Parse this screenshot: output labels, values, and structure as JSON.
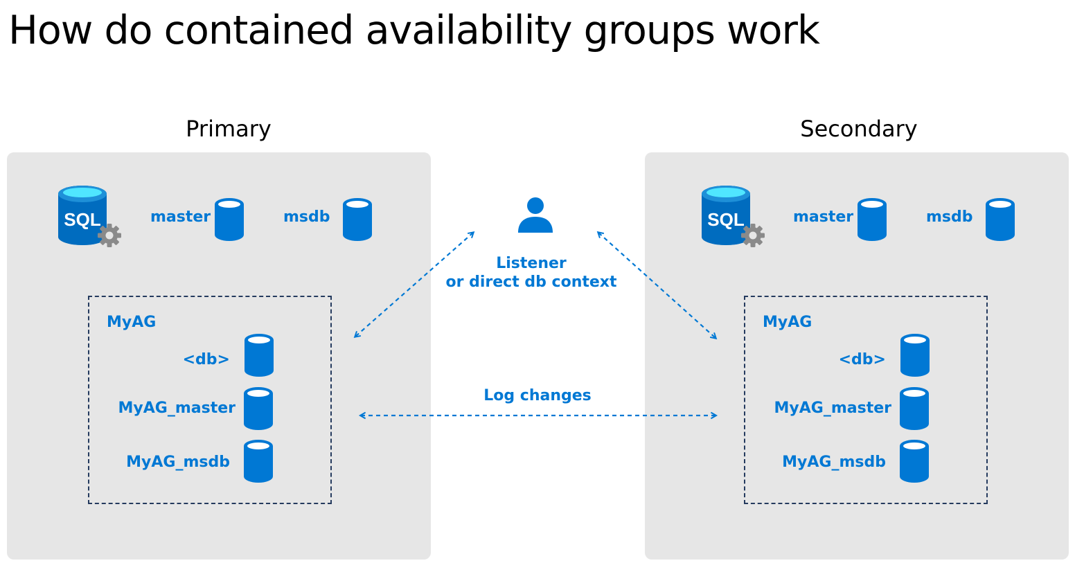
{
  "title": "How do contained availability groups work",
  "primary": {
    "heading": "Primary",
    "server_label": "SQL",
    "system_dbs": [
      "master",
      "msdb"
    ],
    "ag_name": "MyAG",
    "ag_dbs": [
      "<db>",
      "MyAG_master",
      "MyAG_msdb"
    ]
  },
  "secondary": {
    "heading": "Secondary",
    "server_label": "SQL",
    "system_dbs": [
      "master",
      "msdb"
    ],
    "ag_name": "MyAG",
    "ag_dbs": [
      "<db>",
      "MyAG_master",
      "MyAG_msdb"
    ]
  },
  "client": {
    "icon": "user-icon",
    "label_line1": "Listener",
    "label_line2": "or direct db context"
  },
  "replication": {
    "label": "Log changes"
  },
  "colors": {
    "accent": "#0078d4",
    "panel": "#e6e6e6",
    "dashed_border": "#243a5e",
    "arrow": "#0078d4"
  }
}
